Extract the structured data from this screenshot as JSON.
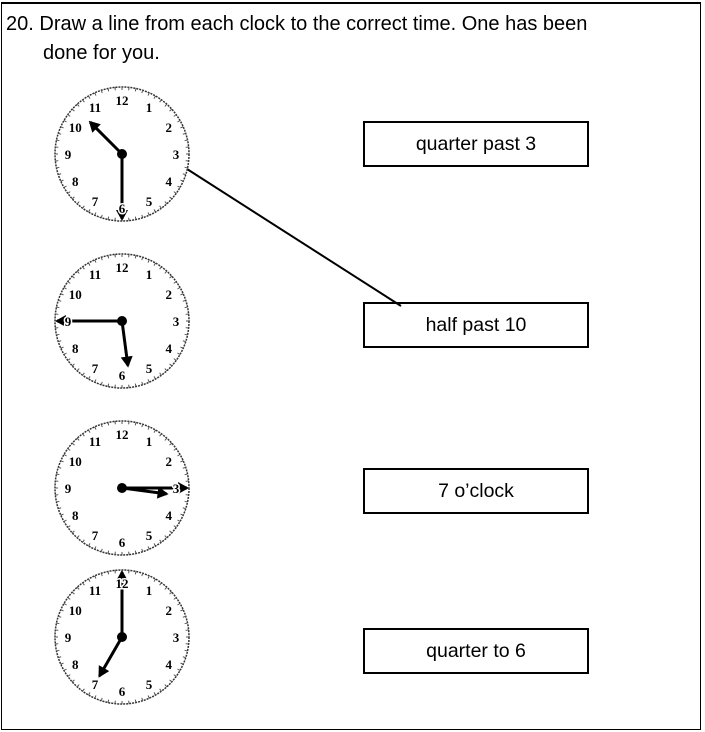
{
  "question": {
    "number": "20.",
    "line1": "Draw a line from each clock to the correct time. One has been",
    "line2": "done for you."
  },
  "clocks": [
    {
      "hour": 10.5,
      "minute": 30
    },
    {
      "hour": 5.75,
      "minute": 45
    },
    {
      "hour": 3.25,
      "minute": 15
    },
    {
      "hour": 7,
      "minute": 0
    }
  ],
  "clock_numbers": [
    "1",
    "2",
    "3",
    "4",
    "5",
    "6",
    "7",
    "8",
    "9",
    "10",
    "11",
    "12"
  ],
  "answers": [
    "quarter past 3",
    "half past 10",
    "7 o’clock",
    "quarter to 6"
  ],
  "example_match": {
    "clock": 1,
    "answer": "half past 10"
  }
}
